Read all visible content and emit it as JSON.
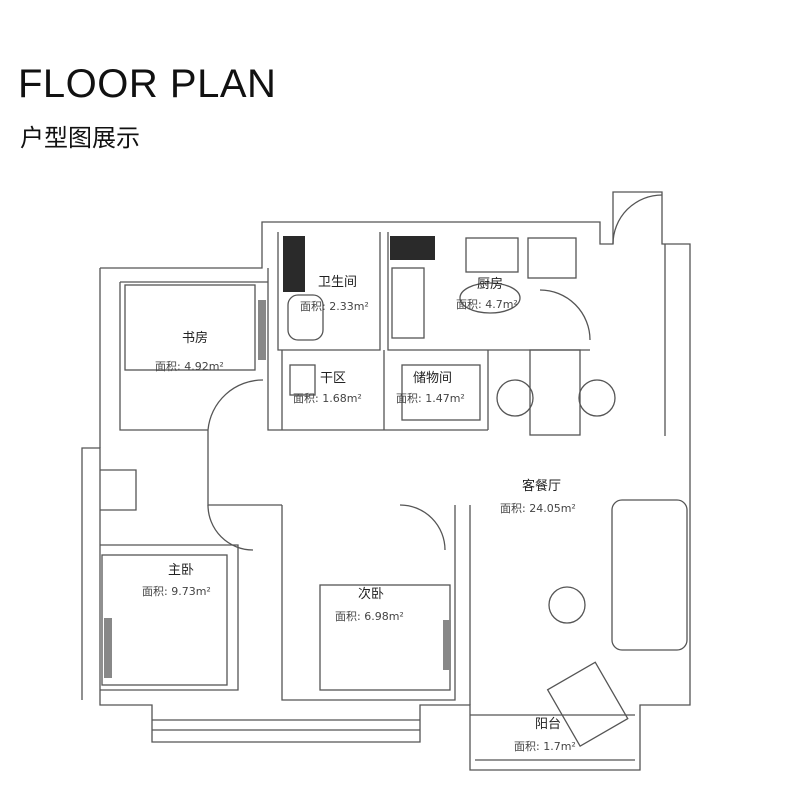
{
  "header": {
    "title": "FLOOR PLAN",
    "subtitle": "户型图展示"
  },
  "rooms": [
    {
      "id": "study",
      "name": "书房",
      "area": "面积: 4.92m²"
    },
    {
      "id": "bathroom",
      "name": "卫生间",
      "area": "面积: 2.33m²"
    },
    {
      "id": "kitchen",
      "name": "厨房",
      "area": "面积: 4.7m²"
    },
    {
      "id": "drying",
      "name": "干区",
      "area": "面积: 1.68m²"
    },
    {
      "id": "storage",
      "name": "储物间",
      "area": "面积: 1.47m²"
    },
    {
      "id": "living-dining",
      "name": "客餐厅",
      "area": "面积: 24.05m²"
    },
    {
      "id": "master-bedroom",
      "name": "主卧",
      "area": "面积: 9.73m²"
    },
    {
      "id": "second-bedroom",
      "name": "次卧",
      "area": "面积: 6.98m²"
    },
    {
      "id": "balcony",
      "name": "阳台",
      "area": "面积: 1.7m²"
    }
  ]
}
